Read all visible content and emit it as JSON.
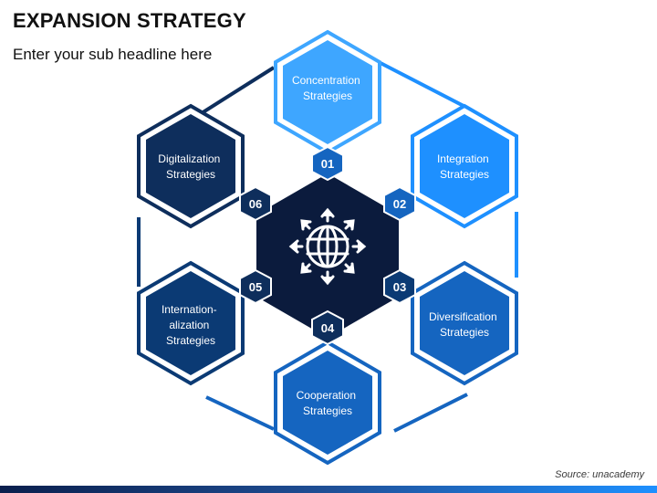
{
  "header": {
    "title": "EXPANSION STRATEGY",
    "subtitle": "Enter your sub headline here"
  },
  "source": "Source: unacademy",
  "center_icon": "globe-with-arrows-icon",
  "colors": {
    "navy": "#0e2e5c",
    "dark_blue": "#0b3a74",
    "mid_blue": "#1565c0",
    "bright_blue": "#1e90ff",
    "light_blue": "#3ea6ff",
    "center": "#0b1b3d",
    "connector": "#1a4f9a"
  },
  "steps": [
    {
      "number": "01",
      "lines": [
        "Concentration",
        "Strategies"
      ]
    },
    {
      "number": "02",
      "lines": [
        "Integration",
        "Strategies"
      ]
    },
    {
      "number": "03",
      "lines": [
        "Diversification",
        "Strategies"
      ]
    },
    {
      "number": "04",
      "lines": [
        "Cooperation",
        "Strategies"
      ]
    },
    {
      "number": "05",
      "lines": [
        "Internation-",
        "alization",
        "Strategies"
      ]
    },
    {
      "number": "06",
      "lines": [
        "Digitalization",
        "Strategies"
      ]
    }
  ]
}
